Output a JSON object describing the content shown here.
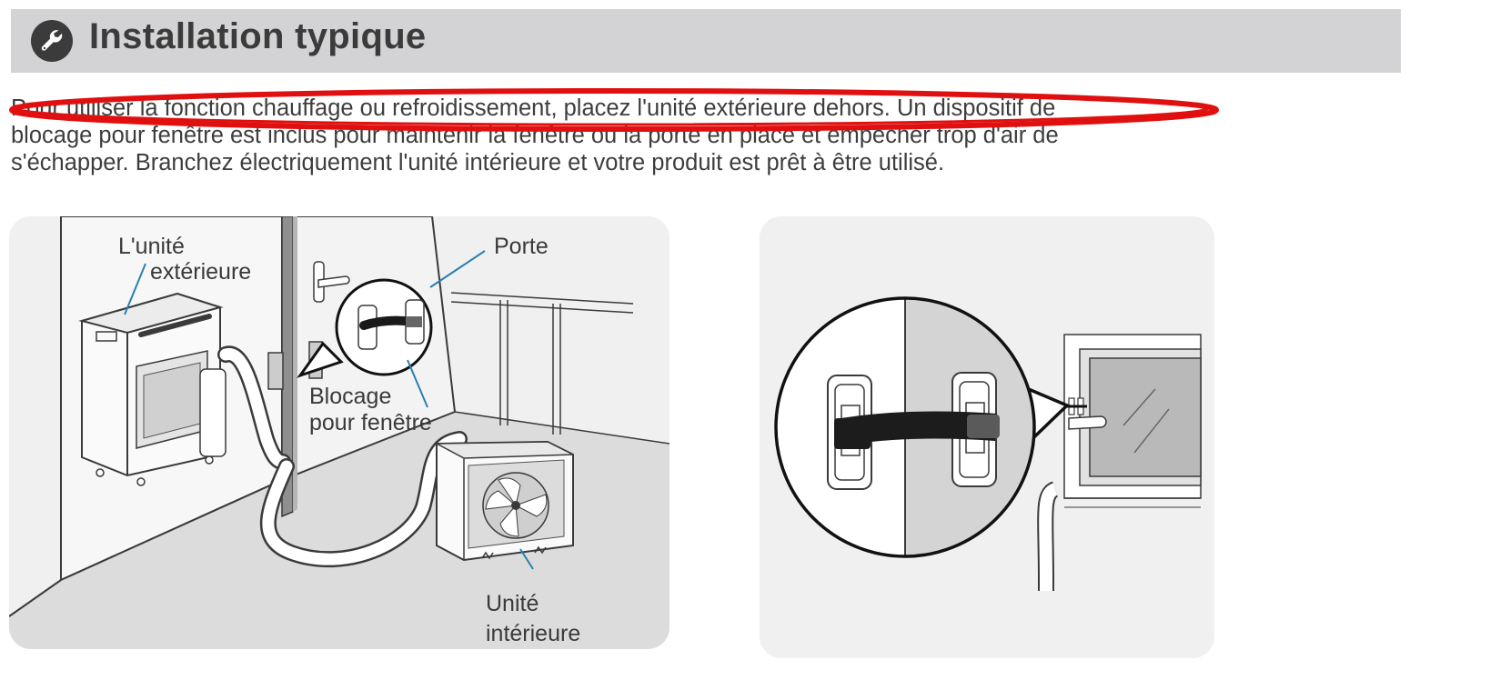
{
  "header": {
    "title": "Installation typique",
    "icon": "wrench-icon"
  },
  "intro": {
    "line1": "Pour utiliser la fonction chauffage ou refroidissement, placez l'unité extérieure dehors. Un dispositif de",
    "line2": "blocage pour fenêtre est inclus pour maintenir la fenêtre ou la porte en place et empêcher trop d'air de",
    "line3": "s'échapper. Branchez électriquement l'unité intérieure et votre produit est prêt à être utilisé."
  },
  "markup": {
    "color": "#e01010"
  },
  "figure_left": {
    "label_outdoor_line1": "L'unité",
    "label_outdoor_line2": "extérieure",
    "label_door": "Porte",
    "label_lock_line1": "Blocage",
    "label_lock_line2": "pour fenêtre",
    "label_indoor_line1": "Unité",
    "label_indoor_line2": "intérieure",
    "leader_color": "#2a7fb0"
  },
  "colors": {
    "header_bg": "#d3d3d5",
    "panel_bg": "#f0f0f0",
    "text": "#3a3a3a"
  }
}
